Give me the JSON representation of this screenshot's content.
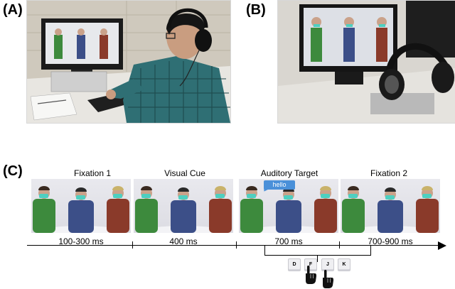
{
  "panels": {
    "a": "(A)",
    "b": "(B)",
    "c": "(C)"
  },
  "stages": [
    {
      "label": "Fixation 1",
      "duration": "100-300 ms"
    },
    {
      "label": "Visual Cue",
      "duration": "400 ms"
    },
    {
      "label": "Auditory Target",
      "duration": "700 ms"
    },
    {
      "label": "Fixation 2",
      "duration": "700-900 ms"
    }
  ],
  "speech_bubble": "hello",
  "response_keys": [
    "D",
    "F",
    "J",
    "K"
  ],
  "colors": {
    "mask": "#4ecfc0",
    "left_shirt": "#3d8a3d",
    "mid_shirt": "#3c4f88",
    "right_shirt": "#8a3a2a",
    "bubble": "#4a90d9"
  }
}
